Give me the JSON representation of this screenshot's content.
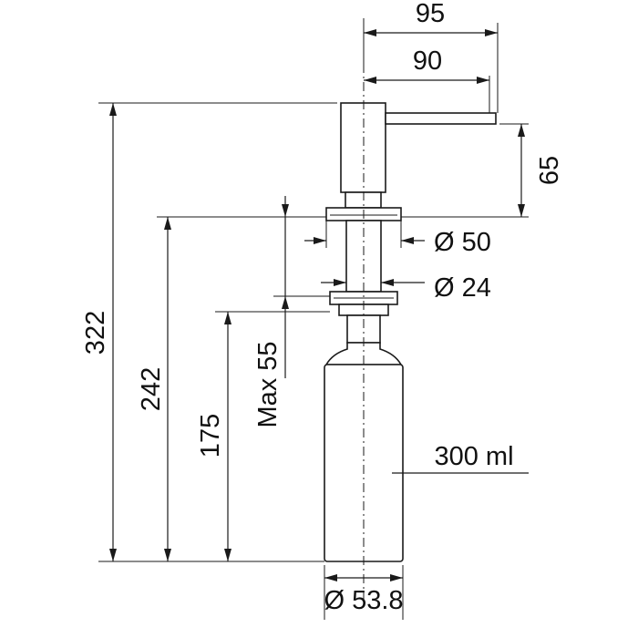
{
  "dimensions": {
    "top_width_outer": "95",
    "top_width_inner": "90",
    "spout_drop": "65",
    "flange_diameter": "Ø 50",
    "shank_diameter": "Ø 24",
    "total_height": "322",
    "height_above_bottle": "242",
    "bottle_height": "175",
    "max_counter_thickness": "Max 55",
    "bottle_capacity": "300 ml",
    "bottle_diameter": "Ø 53.8"
  }
}
